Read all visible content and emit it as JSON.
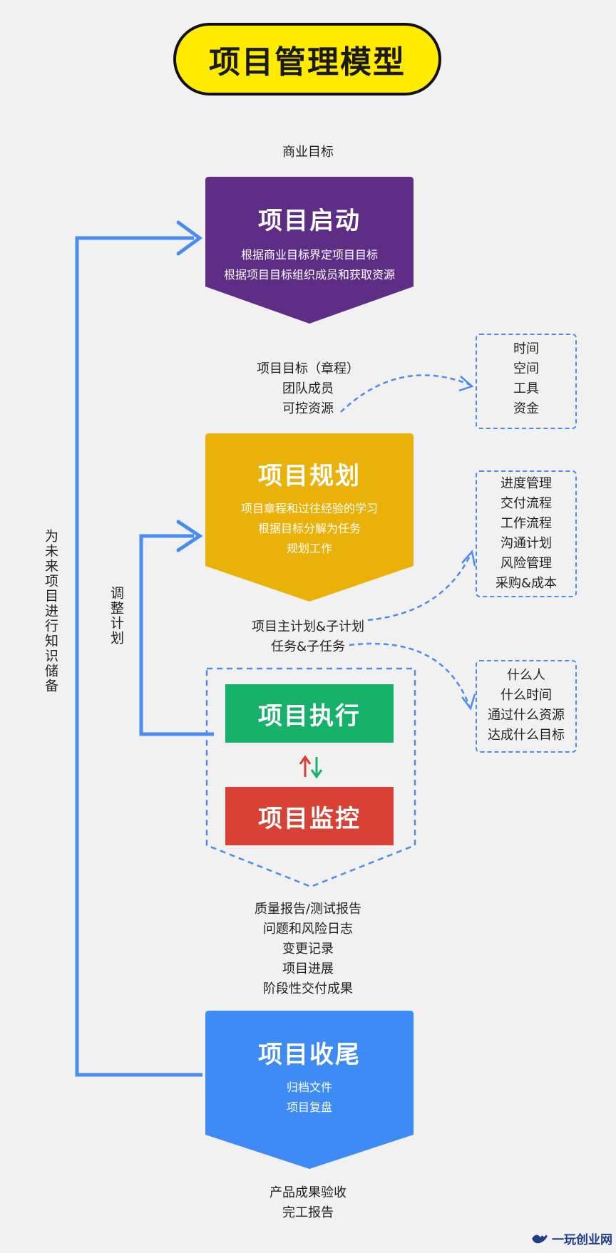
{
  "title": "项目管理模型",
  "business_goal": "商业目标",
  "stages": {
    "initiation": {
      "title": "项目启动",
      "desc": [
        "根据商业目标界定项目目标",
        "根据项目目标组织成员和获取资源"
      ],
      "color": "#5e2d86"
    },
    "planning": {
      "title": "项目规划",
      "desc": [
        "项目章程和过往经验的学习",
        "根据目标分解为任务",
        "规划工作"
      ],
      "color": "#eab109"
    },
    "execution": {
      "title": "项目执行",
      "color": "#16b26a"
    },
    "monitoring": {
      "title": "项目监控",
      "color": "#d84134"
    },
    "closing": {
      "title": "项目收尾",
      "desc": [
        "归档文件",
        "项目复盘"
      ],
      "color": "#3e8bf5"
    }
  },
  "initiation_outputs": [
    "项目目标（章程）",
    "团队成员",
    "可控资源"
  ],
  "planning_outputs": [
    "项目主计划&子计划",
    "任务&子任务"
  ],
  "execution_outputs": [
    "质量报告/测试报告",
    "问题和风险日志",
    "变更记录",
    "项目进展",
    "阶段性交付成果"
  ],
  "closing_outputs": [
    "产品成果验收",
    "完工报告"
  ],
  "resource_box": [
    "时间",
    "空间",
    "工具",
    "资金"
  ],
  "plan_box": [
    "进度管理",
    "交付流程",
    "工作流程",
    "沟通计划",
    "风险管理",
    "采购&成本"
  ],
  "task_box": [
    "什么人",
    "什么时间",
    "通过什么资源",
    "达成什么目标"
  ],
  "feedback_knowledge": "为未来项目进行知识储备",
  "feedback_adjust": "调整计划",
  "colors": {
    "arrow": "#4a8cf2",
    "up_arrow": "#d84134",
    "down_arrow": "#16b26a",
    "title_bg": "#ffeb00"
  },
  "watermark": "一玩创业网"
}
